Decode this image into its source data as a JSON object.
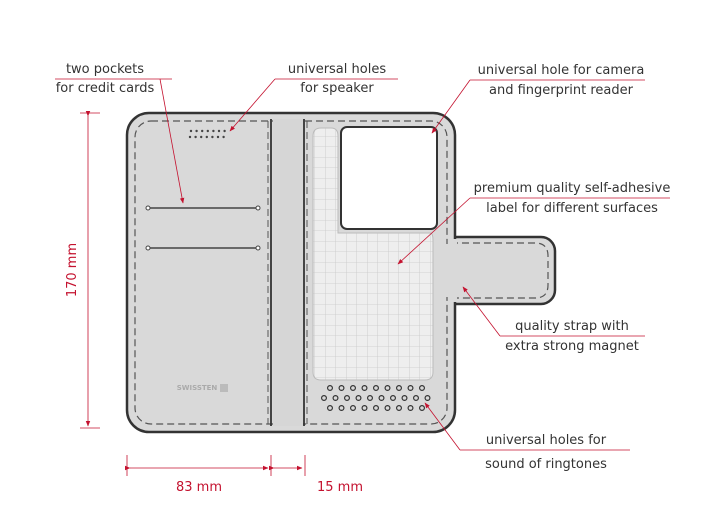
{
  "callouts": {
    "pockets": [
      "two pockets",
      "for credit cards"
    ],
    "speaker": [
      "universal holes",
      "for speaker"
    ],
    "camera": [
      "universal hole for camera",
      "and fingerprint reader"
    ],
    "label": [
      "premium quality self-adhesive",
      "label for different surfaces"
    ],
    "strap": [
      "quality strap with",
      "extra strong magnet"
    ],
    "ringtones": [
      "universal holes for",
      "sound of ringtones"
    ]
  },
  "dimensions": {
    "height": "170 mm",
    "width": "83 mm",
    "spine": "15 mm"
  },
  "brand": "SWISSTEN",
  "colors": {
    "accent": "#c4122f",
    "body": "#d9d9d9",
    "outline": "#333333"
  }
}
